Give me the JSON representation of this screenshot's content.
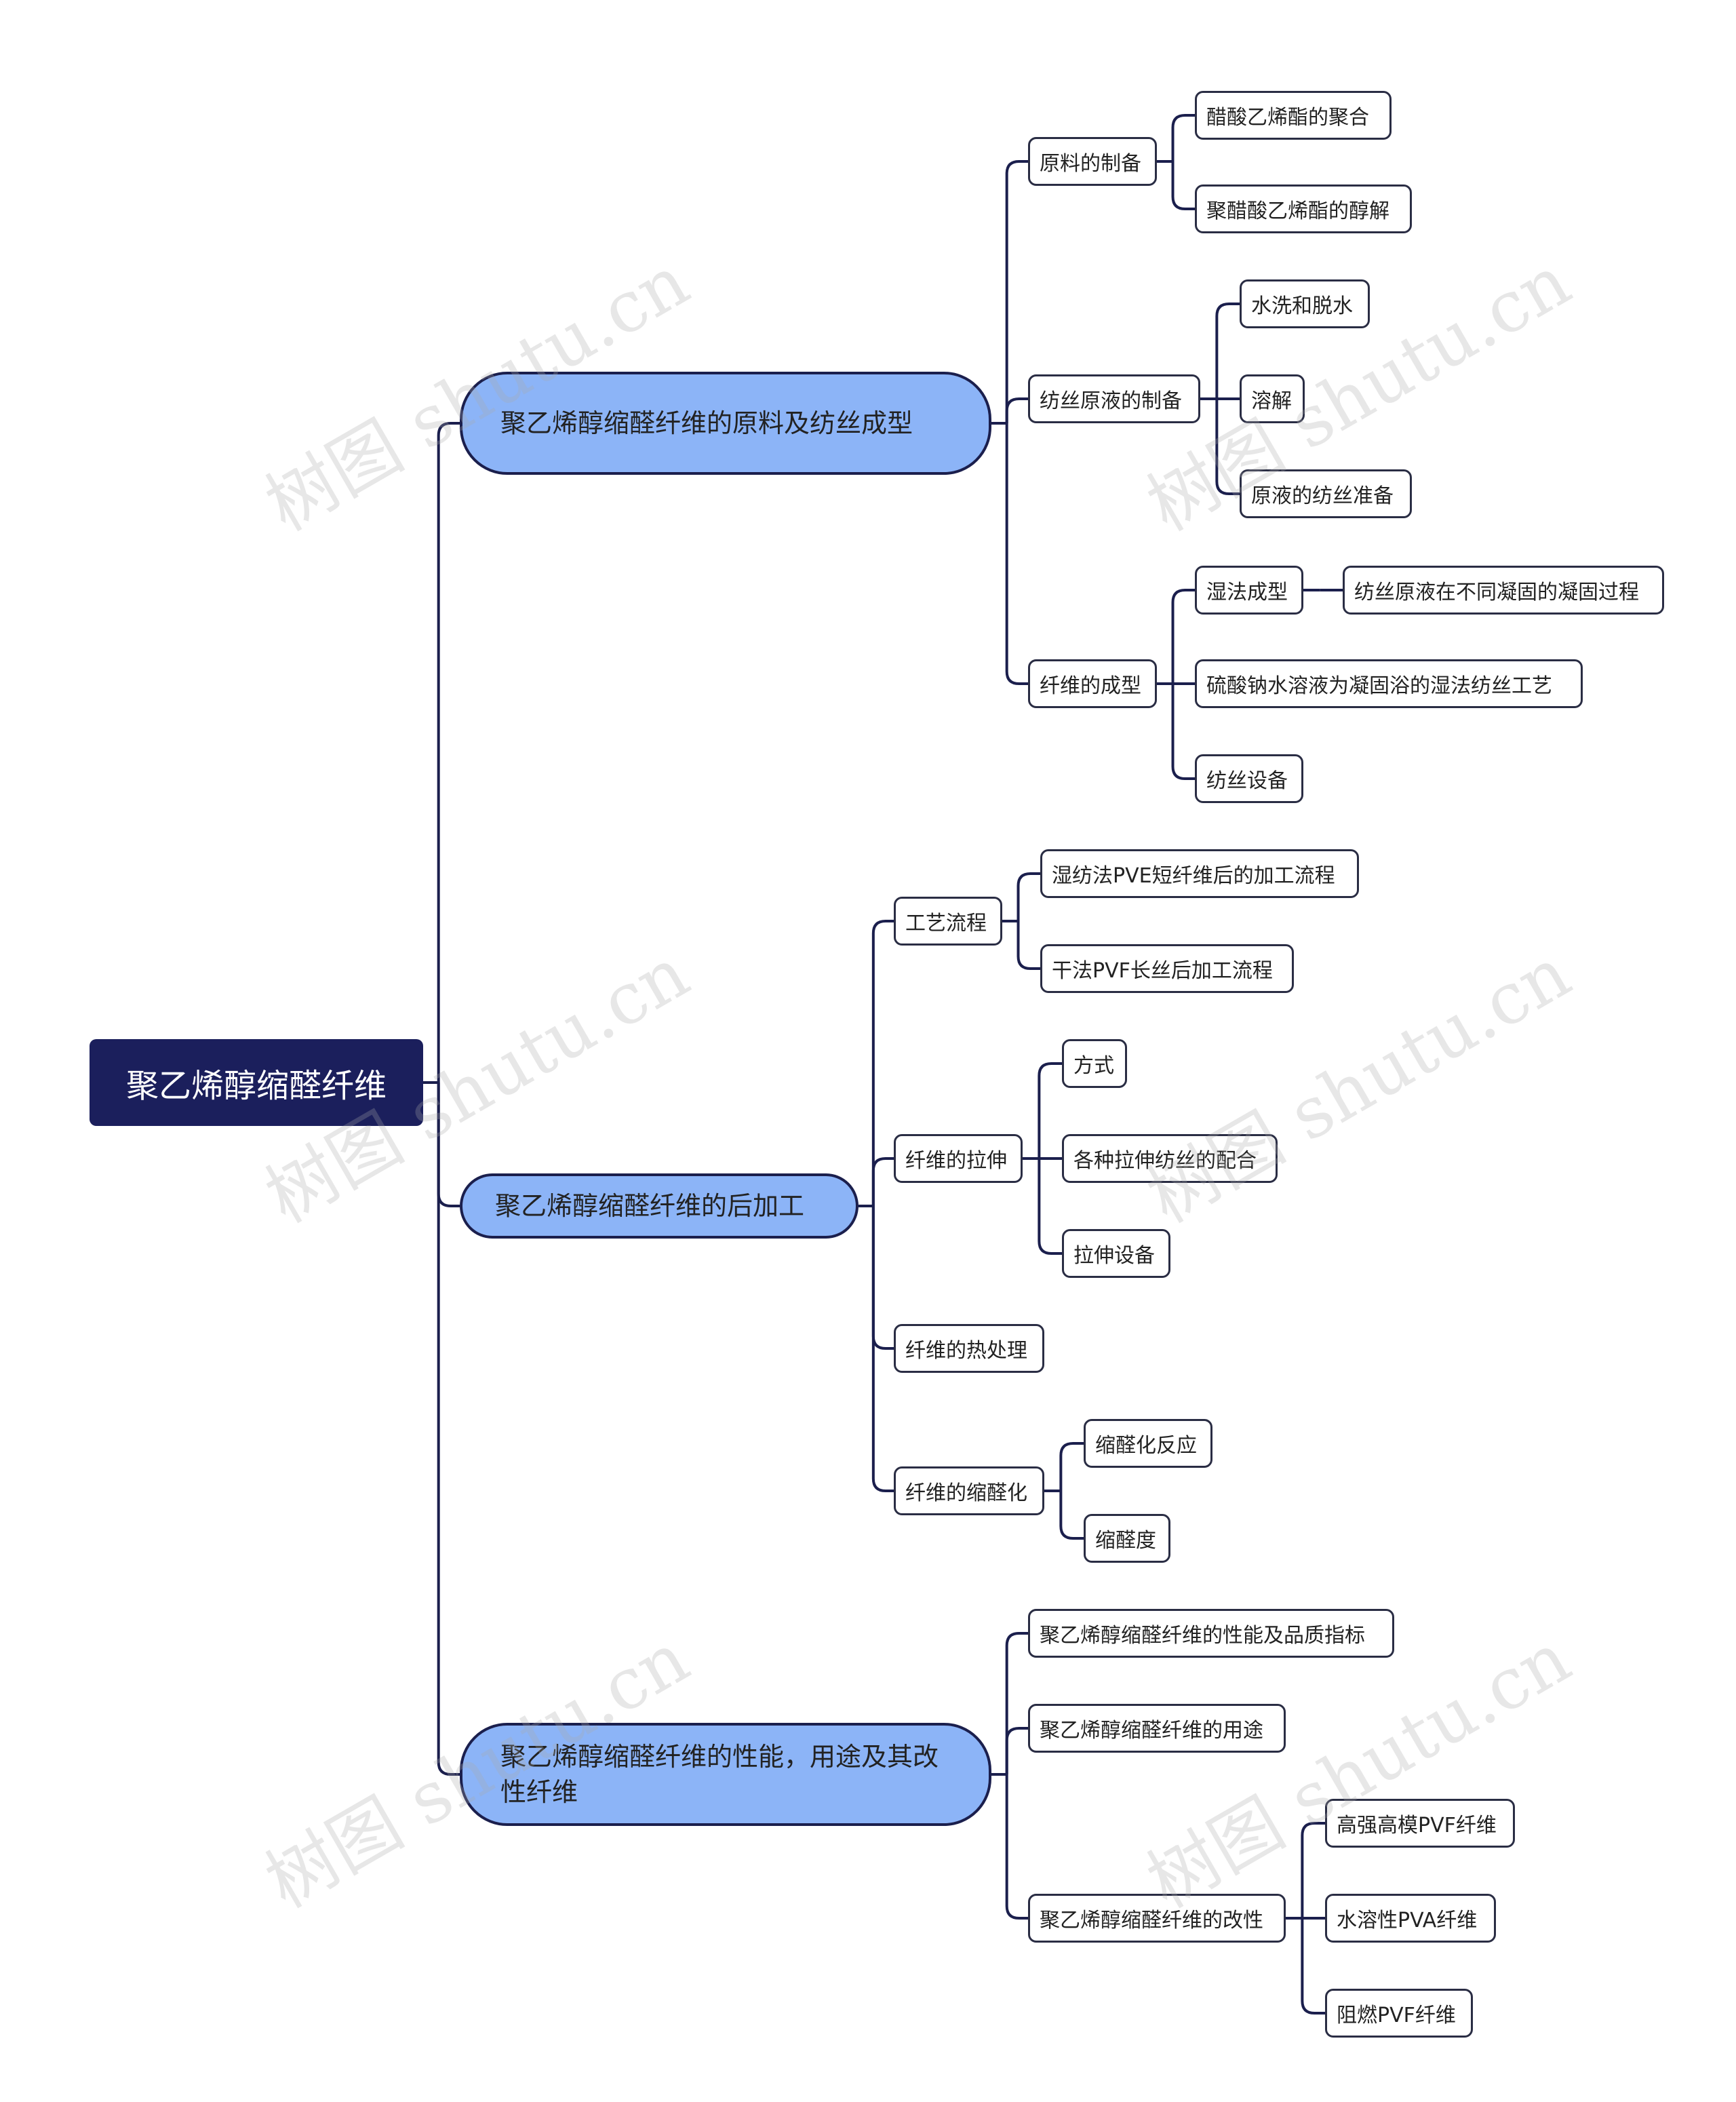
{
  "root": {
    "label": "聚乙烯醇缩醛纤维"
  },
  "branches": [
    {
      "label": "聚乙烯醇缩醛纤维的原料及纺丝成型",
      "children": [
        {
          "label": "原料的制备",
          "children": [
            {
              "label": "醋酸乙烯酯的聚合"
            },
            {
              "label": "聚醋酸乙烯酯的醇解"
            }
          ]
        },
        {
          "label": "纺丝原液的制备",
          "children": [
            {
              "label": "水洗和脱水"
            },
            {
              "label": "溶解"
            },
            {
              "label": "原液的纺丝准备"
            }
          ]
        },
        {
          "label": "纤维的成型",
          "children": [
            {
              "label": "湿法成型",
              "children": [
                {
                  "label": "纺丝原液在不同凝固的凝固过程"
                }
              ]
            },
            {
              "label": "硫酸钠水溶液为凝固浴的湿法纺丝工艺"
            },
            {
              "label": "纺丝设备"
            }
          ]
        }
      ]
    },
    {
      "label": "聚乙烯醇缩醛纤维的后加工",
      "children": [
        {
          "label": "工艺流程",
          "children": [
            {
              "label": "湿纺法PVE短纤维后的加工流程"
            },
            {
              "label": "干法PVF长丝后加工流程"
            }
          ]
        },
        {
          "label": "纤维的拉伸",
          "children": [
            {
              "label": "方式"
            },
            {
              "label": "各种拉伸纺丝的配合"
            },
            {
              "label": "拉伸设备"
            }
          ]
        },
        {
          "label": "纤维的热处理"
        },
        {
          "label": "纤维的缩醛化",
          "children": [
            {
              "label": "缩醛化反应"
            },
            {
              "label": "缩醛度"
            }
          ]
        }
      ]
    },
    {
      "label": "聚乙烯醇缩醛纤维的性能，用途及其改性纤维",
      "children": [
        {
          "label": "聚乙烯醇缩醛纤维的性能及品质指标"
        },
        {
          "label": "聚乙烯醇缩醛纤维的用途"
        },
        {
          "label": "聚乙烯醇缩醛纤维的改性",
          "children": [
            {
              "label": "高强高模PVF纤维"
            },
            {
              "label": "水溶性PVA纤维"
            },
            {
              "label": "阻燃PVF纤维"
            }
          ]
        }
      ]
    }
  ],
  "watermark": {
    "text": "树图 shutu.cn"
  },
  "colors": {
    "root_bg": "#1b1f5c",
    "branch_bg": "#8cb4f7",
    "line": "#1b1f4d",
    "node_border": "#2a2d44"
  }
}
